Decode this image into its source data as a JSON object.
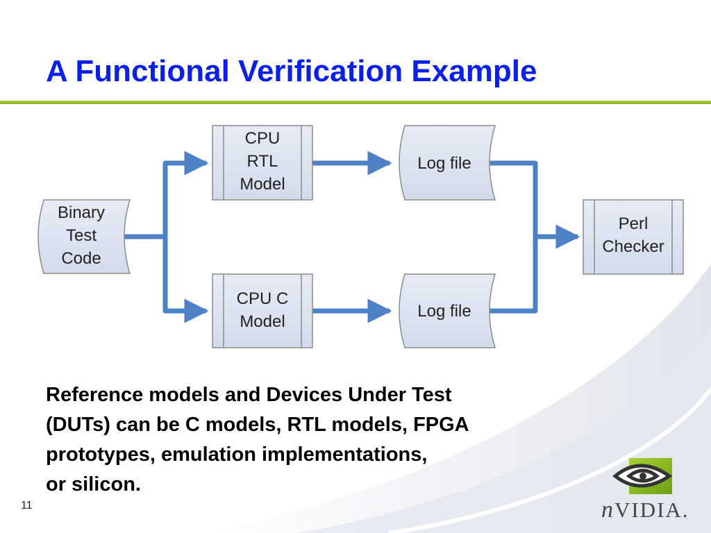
{
  "slide": {
    "title": "A Functional Verification Example",
    "number": "11"
  },
  "diagram": {
    "nodes": {
      "binary_test_code": [
        "Binary",
        "Test",
        "Code"
      ],
      "cpu_rtl_model": [
        "CPU",
        "RTL",
        "Model"
      ],
      "cpu_c_model": [
        "CPU C",
        "Model"
      ],
      "log_file_top": [
        "Log file"
      ],
      "log_file_bottom": [
        "Log file"
      ],
      "perl_checker": [
        "Perl",
        "Checker"
      ]
    }
  },
  "body": {
    "lines": [
      "Reference models and Devices Under Test",
      "(DUTs) can be C models, RTL models, FPGA",
      "prototypes, emulation implementations,",
      "or silicon."
    ]
  },
  "logo": {
    "wordmark_n": "n",
    "wordmark_rest": "VIDIA."
  },
  "colors": {
    "title": "#0a20e6",
    "arrow": "#4f81c7",
    "node_fill": "#dfe5f1",
    "node_stroke": "#8a8a8a",
    "rule": "#9cc032",
    "logo_green": "#86b817"
  }
}
